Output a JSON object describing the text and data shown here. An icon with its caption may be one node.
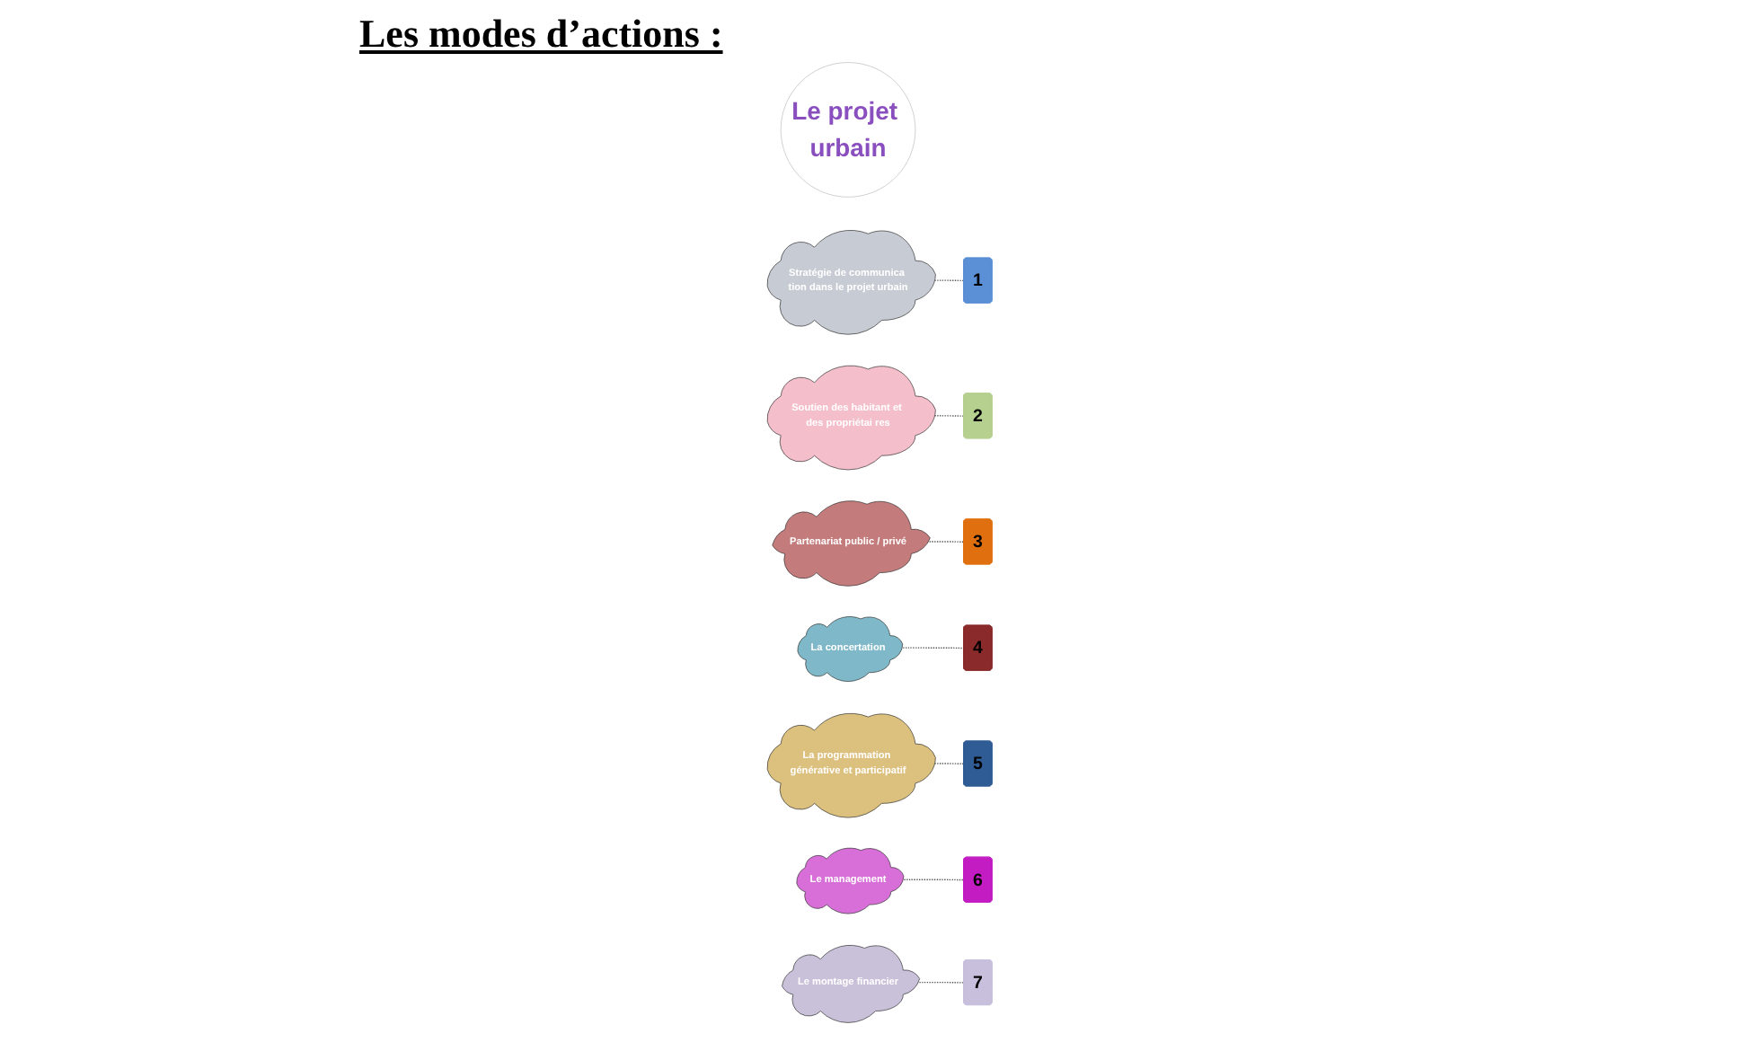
{
  "diagram": {
    "title": "Les modes d’actions :",
    "nodes": [
      {
        "text": [
          "Le projet urbain"
        ]
      },
      {
        "text": [
          "1"
        ]
      },
      {
        "text": [
          "2"
        ]
      },
      {
        "text": [
          "3"
        ]
      },
      {
        "text": [
          "4"
        ]
      },
      {
        "text": [
          "5"
        ]
      },
      {
        "text": [
          "6"
        ]
      },
      {
        "text": [
          "7"
        ]
      },
      {
        "text": [
          "Stratégie de communica tion dans le projet urbain"
        ]
      },
      {
        "text": [
          "Soutien des habitant et des propriétai res"
        ]
      },
      {
        "text": [
          "Partenariat public / privé"
        ]
      },
      {
        "text": [
          "La concertation"
        ]
      },
      {
        "text": [
          "La programmation générative et participatif"
        ]
      },
      {
        "text": [
          "Le management"
        ]
      },
      {
        "text": [
          "Le montage financier"
        ]
      }
    ],
    "edges": [
      {
        "from": 8,
        "to": 1,
        "arrow": "none",
        "style": "dashed"
      },
      {
        "from": 9,
        "to": 2,
        "arrow": "none",
        "style": "dashed"
      },
      {
        "from": 10,
        "to": 3,
        "arrow": "none",
        "style": "dashed"
      },
      {
        "from": 11,
        "to": 4,
        "arrow": "none",
        "style": "dashed"
      },
      {
        "from": 12,
        "to": 5,
        "arrow": "none",
        "style": "dashed"
      },
      {
        "from": 13,
        "to": 6,
        "arrow": "none",
        "style": "dashed"
      },
      {
        "from": 14,
        "to": 7,
        "arrow": "none",
        "style": "dashed"
      }
    ]
  }
}
